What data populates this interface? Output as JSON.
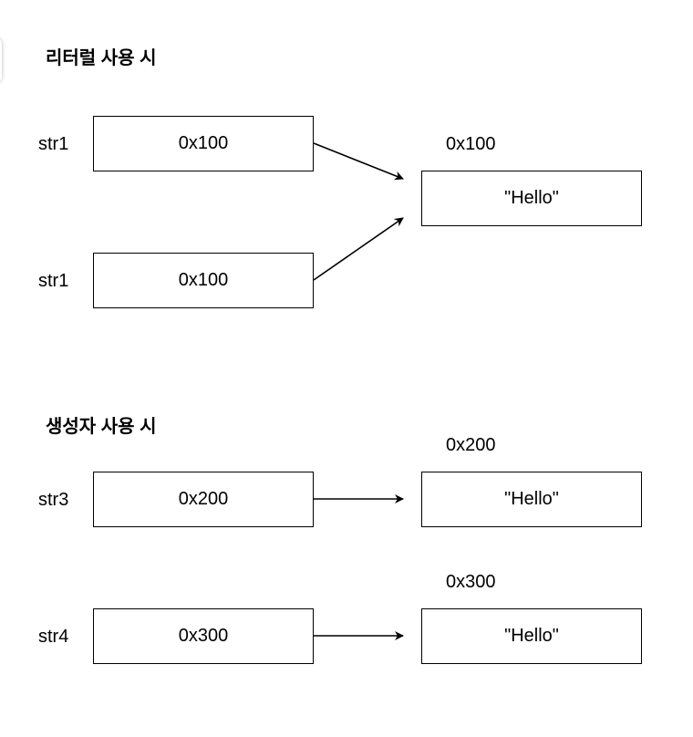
{
  "section_literal": {
    "title": "리터럴 사용 시",
    "refs": [
      {
        "var": "str1",
        "value": "0x100"
      },
      {
        "var": "str1",
        "value": "0x100"
      }
    ],
    "object": {
      "address": "0x100",
      "content": "\"Hello\""
    }
  },
  "section_constructor": {
    "title": "생성자 사용 시",
    "rows": [
      {
        "var": "str3",
        "value": "0x200",
        "address": "0x200",
        "content": "\"Hello\""
      },
      {
        "var": "str4",
        "value": "0x300",
        "address": "0x300",
        "content": "\"Hello\""
      }
    ]
  }
}
